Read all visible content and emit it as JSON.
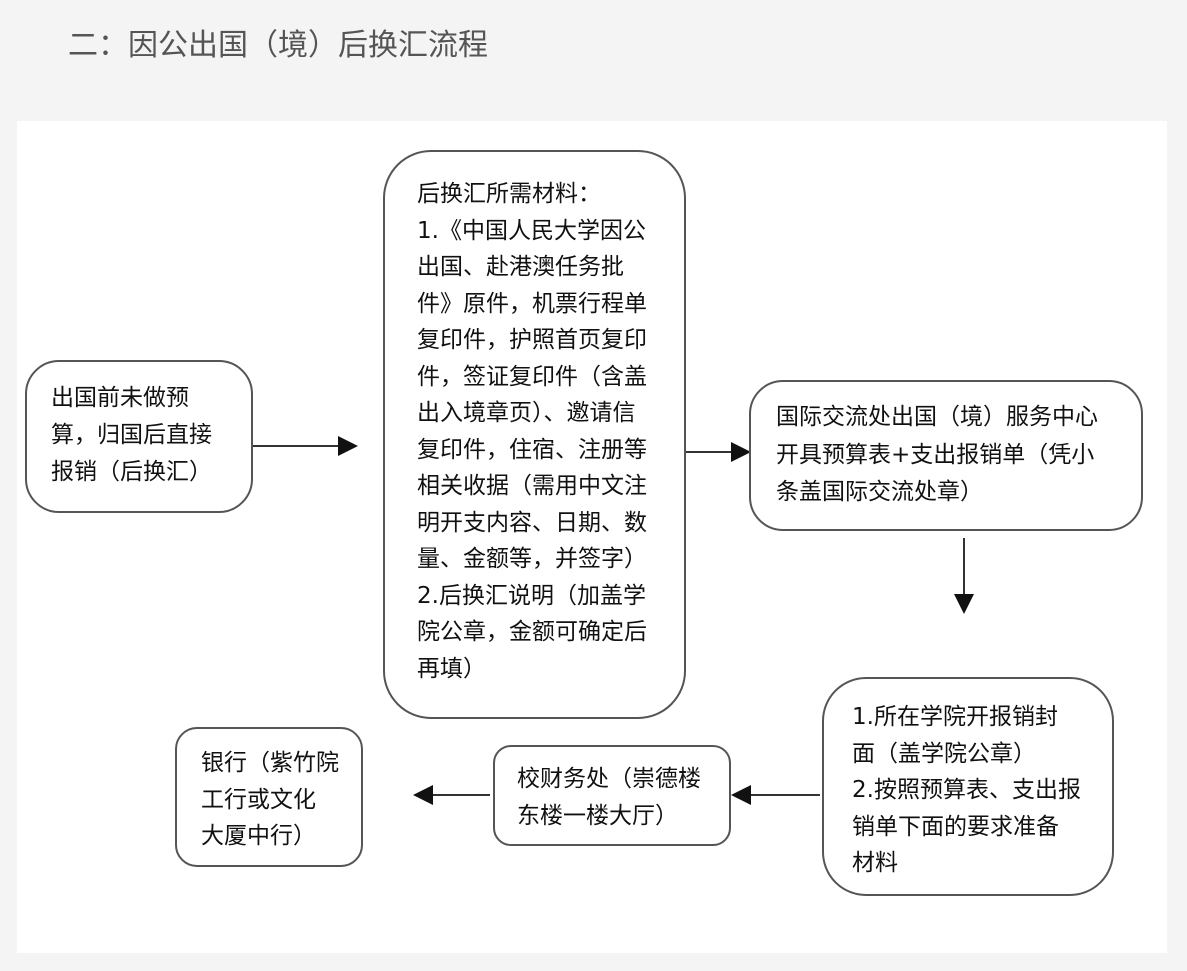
{
  "title": "二：因公出国（境）后换汇流程",
  "steps": {
    "start": [
      "出国前未做预",
      "算，归国后直接",
      "报销（后换汇）"
    ],
    "materials": [
      "后换汇所需材料：",
      "1.《中国人民大学因公",
      "出国、赴港澳任务批",
      "件》原件，机票行程单",
      "复印件，护照首页复印",
      "件，签证复印件（含盖",
      "出入境章页）、邀请信",
      "复印件，住宿、注册等",
      "相关收据（需用中文注",
      "明开支内容、日期、数",
      "量、金额等，并签字）",
      "2.后换汇说明（加盖学",
      "院公章，金额可确定后",
      "再填）"
    ],
    "intl_office": [
      "国际交流处出国（境）服务中心",
      "开具预算表+支出报销单（凭小",
      "条盖国际交流处章）"
    ],
    "college": [
      "1.所在学院开报销封",
      "面（盖学院公章）",
      "2.按照预算表、支出报",
      "销单下面的要求准备",
      "材料"
    ],
    "finance": [
      "校财务处（崇德楼",
      "东楼一楼大厅）"
    ],
    "bank": [
      "银行（紫竹院",
      "工行或文化",
      "大厦中行）"
    ]
  }
}
